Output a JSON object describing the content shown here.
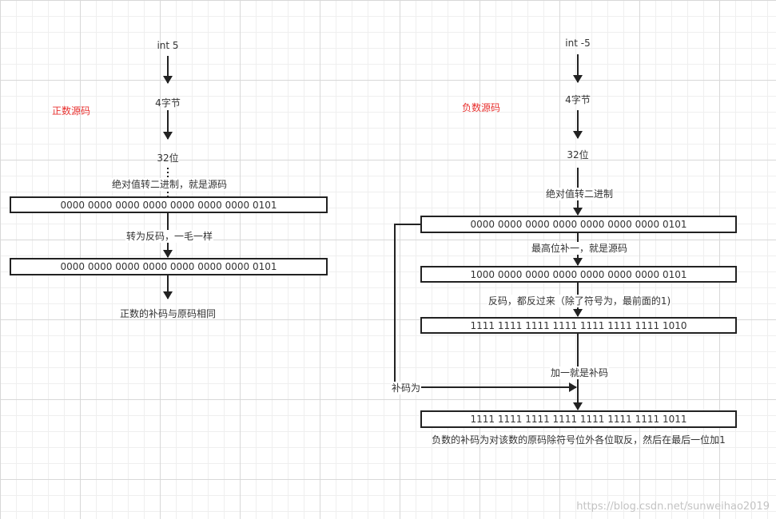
{
  "colors": {
    "line": "#222222",
    "text": "#333333",
    "accent": "#e8312f",
    "watermark": "#c3c3c3"
  },
  "positive": {
    "title": "正数源码",
    "start": "int 5",
    "bytes": "4字节",
    "bits": "32位",
    "step_binary": "绝对值转二进制，就是源码",
    "original_code": "0000 0000 0000 0000 0000 0000 0000 0101",
    "step_inverse": "转为反码，一毛一样",
    "inverse_code": "0000 0000 0000 0000 0000 0000 0000 0101",
    "conclusion": "正数的补码与原码相同"
  },
  "negative": {
    "title": "负数源码",
    "start": "int -5",
    "bytes": "4字节",
    "bits": "32位",
    "step_binary": "绝对值转二进制",
    "binary_code": "0000 0000 0000 0000 0000 0000 0000 0101",
    "step_sign": "最高位补一，就是源码",
    "original_code": "1000 0000 0000 0000 0000 0000 0000 0101",
    "step_inverse": "反码，都反过来（除了符号为，最前面的1)",
    "inverse_code": "1111 1111 1111 1111 1111 1111 1111 1010",
    "step_plus_one": "加一就是补码",
    "complement_side": "补码为",
    "complement_code": "1111 1111 1111 1111 1111 1111 1111 1011",
    "conclusion": "负数的补码为对该数的原码除符号位外各位取反，然后在最后一位加1"
  },
  "watermark": "https://blog.csdn.net/sunweihao2019"
}
